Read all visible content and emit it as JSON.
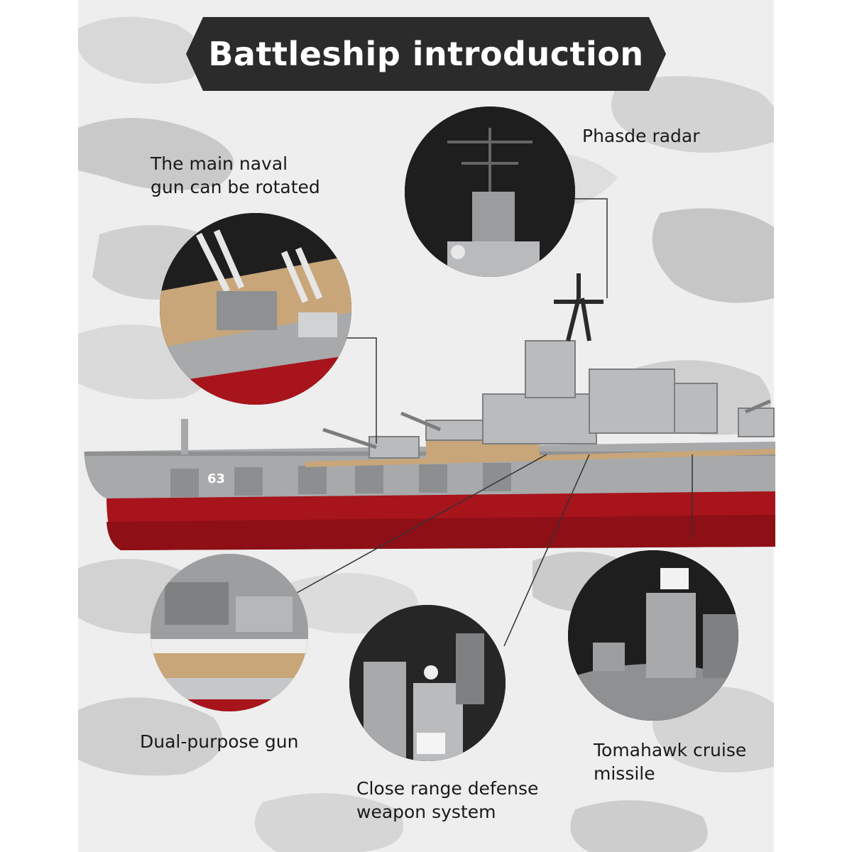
{
  "banner": {
    "title": "Battleship introduction"
  },
  "ship": {
    "hull_number": "63"
  },
  "callouts": {
    "radar": "Phasde radar",
    "main_gun_line1": "The main naval",
    "main_gun_line2": "gun can be rotated",
    "dual_gun": "Dual-purpose gun",
    "ciws_line1": "Close range defense",
    "ciws_line2": "weapon system",
    "tomahawk_line1": "Tomahawk cruise",
    "tomahawk_line2": "missile"
  },
  "colors": {
    "banner": "#2b2b2b",
    "hull_red": "#a8141c",
    "deck_tan": "#c8a679",
    "ship_grey": "#a7a9ab",
    "camo_light": "#eeeeee",
    "camo_mid": "#d6d6d6",
    "camo_dark": "#c4c4c4"
  }
}
